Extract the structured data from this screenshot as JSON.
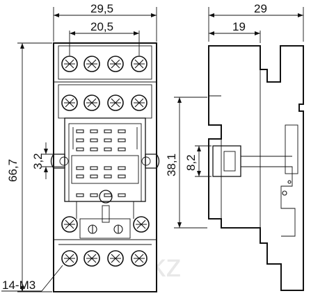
{
  "dimensions": {
    "front_width_outer": "29,5",
    "front_width_inner": "20,5",
    "front_height": "66,7",
    "front_small": "3,2",
    "side_depth_outer": "29",
    "side_depth_inner": "19",
    "side_height": "38,1",
    "side_small": "8,2",
    "screw_callout": "14-M3"
  },
  "watermark": "lolar.kz"
}
